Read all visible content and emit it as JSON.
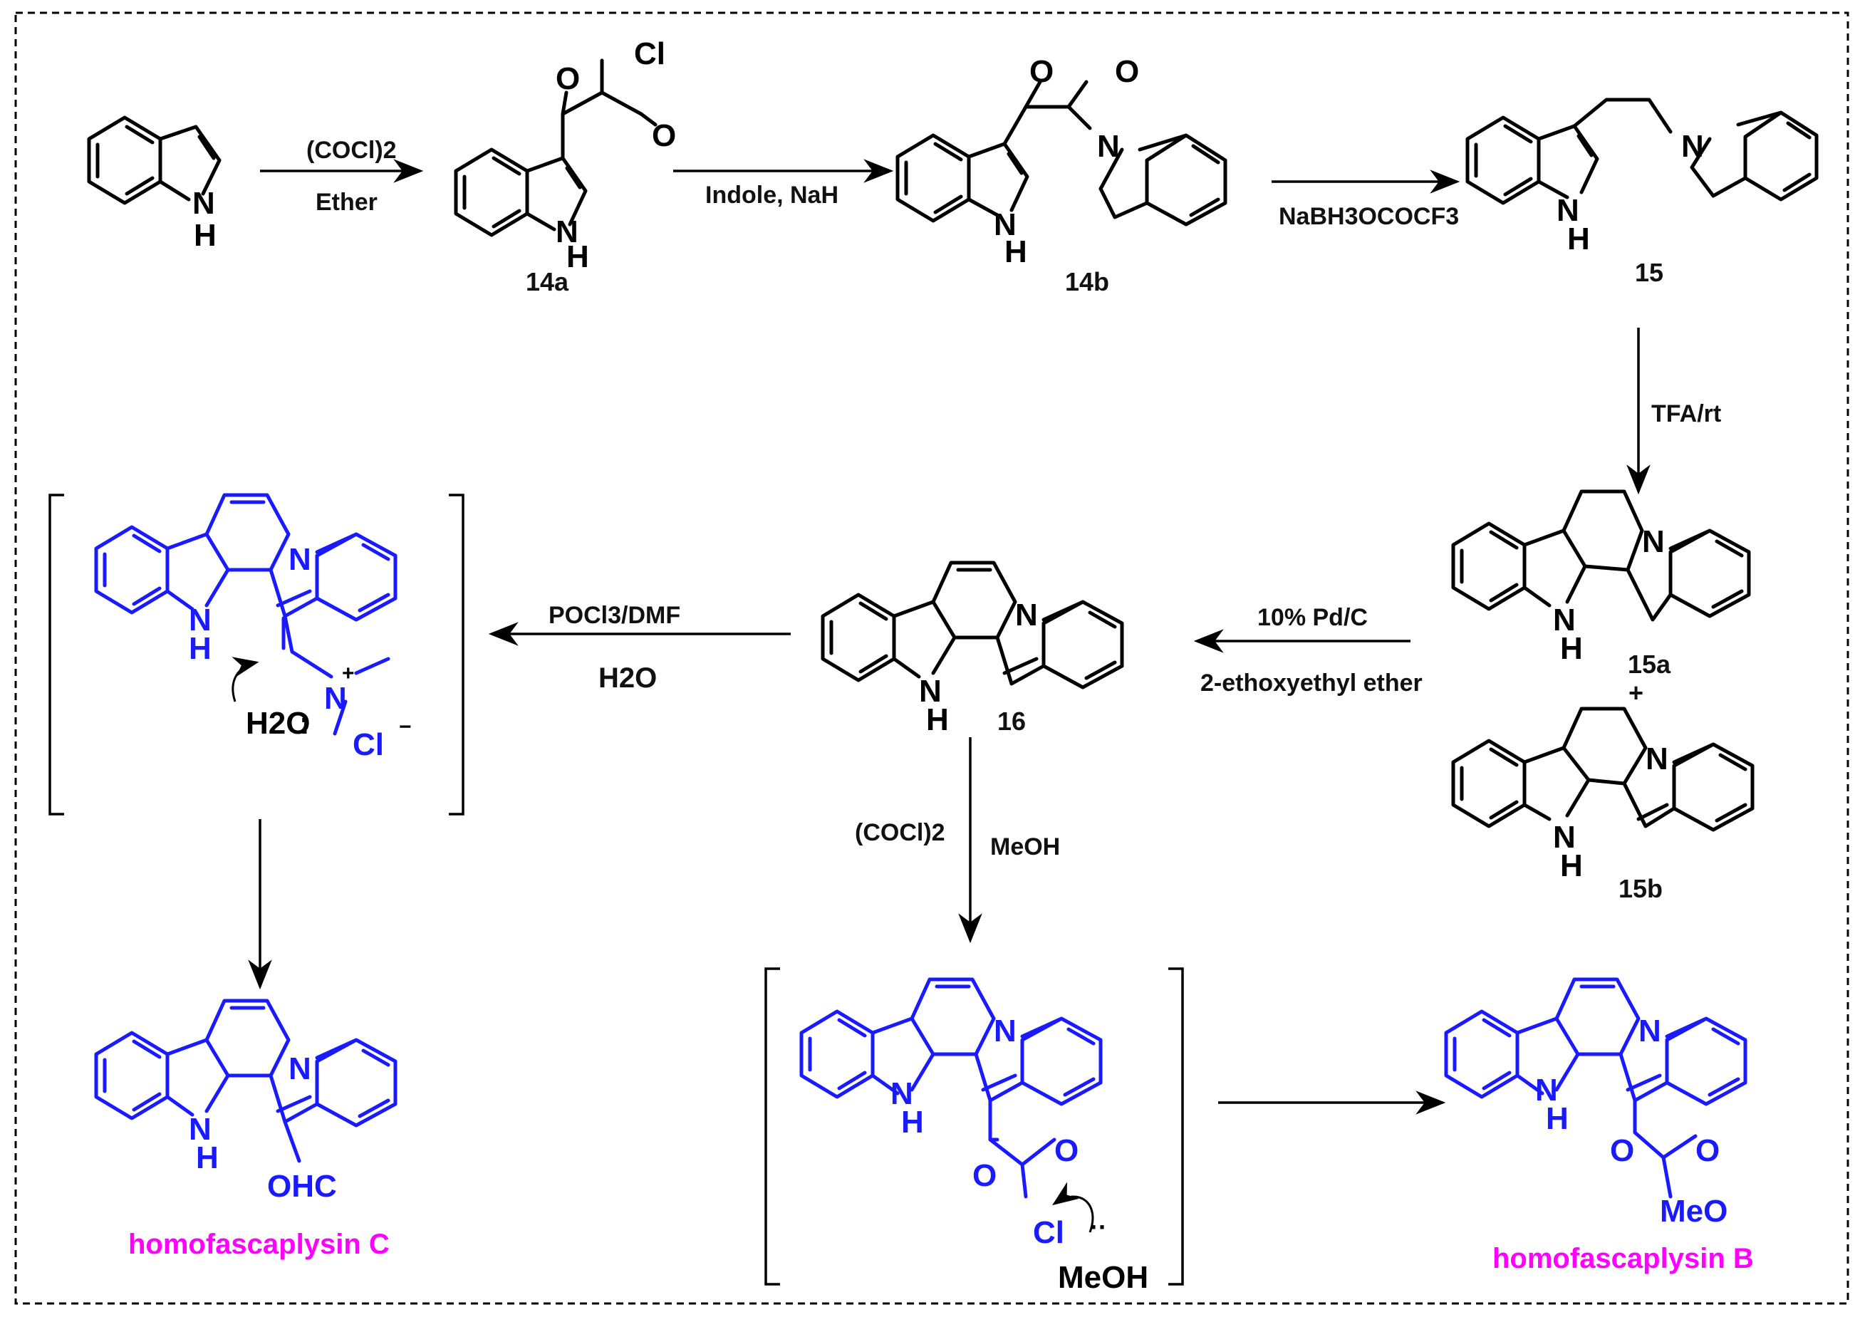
{
  "colors": {
    "black": "#000000",
    "blue": "#1a1aff",
    "magenta": "#ff00ff"
  },
  "compounds": {
    "c14a": "14a",
    "c14b": "14b",
    "c15": "15",
    "c15a": "15a",
    "plus": "+",
    "c15b": "15b",
    "c16": "16",
    "homoC": "homofascaplysin C",
    "homoB": "homofascaplysin B"
  },
  "reagents": {
    "r1_top": "(COCl)2",
    "r1_bottom": "Ether",
    "r2_top": "Indole, NaH",
    "r3_bottom": "NaBH3OCOCF3",
    "r4_right": "TFA/rt",
    "r5_top": "10% Pd/C",
    "r5_bottom": "2-ethoxyethyl ether",
    "r6_top": "POCl3/DMF",
    "r6_bottom": "H2O",
    "r7_left": "(COCl)2",
    "r7_right": "MeOH"
  },
  "atoms": {
    "N": "N",
    "NH_N": "N",
    "NH_H": "H",
    "O": "O",
    "Cl": "Cl",
    "Cl_minus": "Cl",
    "H2O": "H2O",
    "MeOH": "MeOH",
    "MeO": "MeO",
    "OHC": "OHC",
    "plus": "+",
    "minus": "−"
  }
}
